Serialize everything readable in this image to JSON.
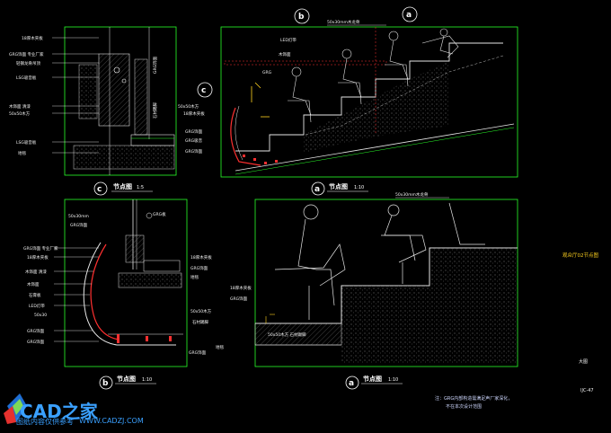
{
  "drawing": {
    "detail_a_title": "节点图",
    "detail_a_scale": "1:10",
    "detail_b_title": "节点图",
    "detail_b_scale": "1:10",
    "detail_c_title": "节点图",
    "detail_c_scale": "1:5",
    "detail_b2_title": "节点图",
    "detail_b2_scale": "1:10",
    "sheet_title": "观众厅02节点图",
    "sheet_label": "大图",
    "sheet_number": "IJC-47",
    "note_line1": "注：GRG内部构造需满足声厂家深化，",
    "note_line2": "不在本次设计范围",
    "marker_a": "a",
    "marker_b": "b",
    "marker_c": "c",
    "dim_top": "50x30mm木龙骨",
    "dim_mid": "50x30mm木龙骨"
  },
  "brand": {
    "name": "CAD之家",
    "url": "WWW.CADZJ.COM",
    "left_text": "图纸内容仅供参考"
  },
  "colors": {
    "frame": "#2aff2a",
    "line": "#e8e8e8",
    "accent_red": "#ff3030",
    "highlight": "#ffd21f",
    "background": "#000000"
  }
}
